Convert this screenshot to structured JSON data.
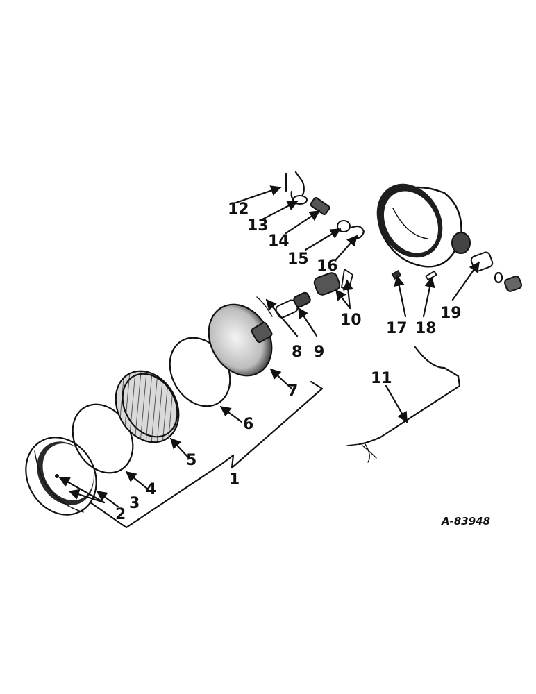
{
  "diagram": {
    "reference_code": "A-83948",
    "callouts": {
      "c1": "1",
      "c2": "2",
      "c3": "3",
      "c4": "4",
      "c5": "5",
      "c6": "6",
      "c7": "7",
      "c8": "8",
      "c9": "9",
      "c10": "10",
      "c11": "11",
      "c12": "12",
      "c13": "13",
      "c14": "14",
      "c15": "15",
      "c16": "16",
      "c17": "17",
      "c18": "18",
      "c19": "19"
    }
  }
}
